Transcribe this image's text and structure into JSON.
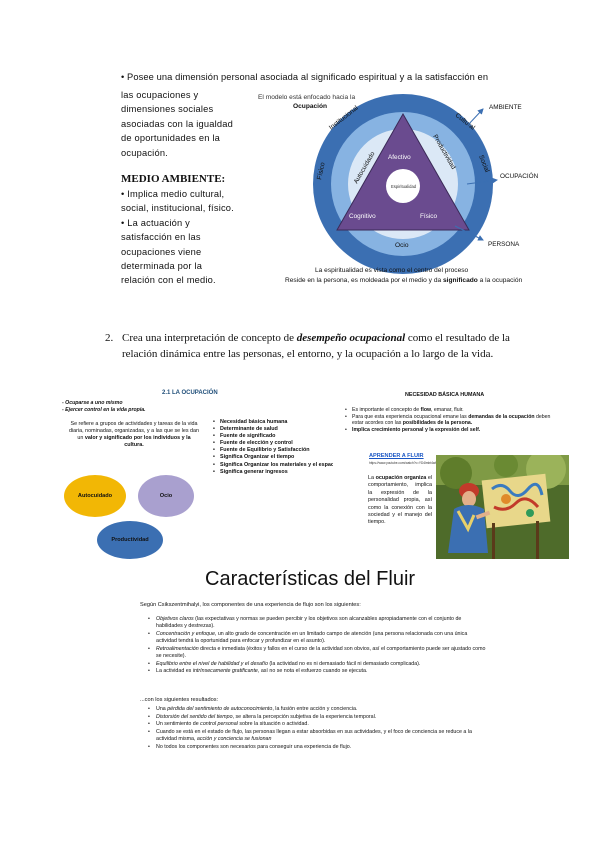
{
  "intro": {
    "line1": "• Posee una dimensión personal asociada al significado espiritual y a la satisfacción en",
    "lines": [
      "las ocupaciones y",
      "dimensiones sociales",
      "asociadas con la igualdad",
      "de oportunidades en la",
      "ocupación."
    ]
  },
  "medio": {
    "title": "MEDIO AMBIENTE:",
    "lines": [
      "• Implica medio cultural,",
      "social, institucional, físico.",
      "• La actuación y",
      "satisfacción en las",
      "ocupaciones viene",
      "determinada por la",
      "relación con el medio."
    ]
  },
  "diagram": {
    "header1": "El modelo está enfocado hacia la",
    "header2": "Ocupación",
    "ring_labels": [
      "Institucional",
      "Cultural",
      "Social",
      "Físico"
    ],
    "inner_labels": [
      "Autocuidado",
      "Productividad",
      "Ocio"
    ],
    "triangle_labels": [
      "Afectivo",
      "Espiritualidad",
      "Cognitivo",
      "Físico"
    ],
    "arrows": [
      "AMBIENTE",
      "OCUPACIÓN",
      "PERSONA"
    ],
    "caption1": "La espiritualidad es vista como el centro del proceso",
    "caption2_a": "Reside en la persona, es moldeada por el medio y da",
    "caption2_b": "significado",
    "caption2_c": "a la ocupación",
    "colors": {
      "outer": "#3b6fb2",
      "middle": "#87b3e2",
      "inner": "#dbe8f6",
      "triangle": "#6a4b8f"
    }
  },
  "question": {
    "number": "2.",
    "pre": "Crea una interpretación de concepto de",
    "em": "desempeño ocupacional",
    "post": "como el resultado de la relación dinámica entre las personas, el entorno, y la ocupación a lo largo de la vida."
  },
  "slide1": {
    "title": "2.1 LA OCUPACIÓN",
    "goals": [
      "- Ocuparse a uno mismo",
      "- Ejercer control en la vida propia."
    ],
    "desc_normal": "Se refiere a grupos de actividades y tareas de la vida diaria, nominadas, organizadas, y a las que se les dan un",
    "desc_bold": "valor y significado por los individuos y la cultura.",
    "circles": [
      "Autocuidado",
      "Ocio",
      "Productividad"
    ],
    "list": [
      "Necesidad básica humana",
      "Determinante de salud",
      "Fuente de significado",
      "Fuente de elección y control",
      "Fuente de Equilibrio y Satisfacción",
      "Significa Organizar el tiempo",
      "Significa Organizar los materiales y el espacio",
      "Significa generar ingresos"
    ],
    "circle_colors": {
      "autocuidado": "#f2b705",
      "ocio": "#a9a0cf",
      "productividad": "#3b6fb2"
    }
  },
  "slide2": {
    "title": "NECESIDAD BÁSICA HUMANA",
    "b1_a": "Es importante el concepto de",
    "b1_b": "flow",
    "b1_c": ", emanar, fluir.",
    "b2_a": "Para que esta experiencia ocupacional emane las",
    "b2_b": "demandas de la ocupación",
    "b2_c": "deben estar acordes con las",
    "b2_d": "posibilidades de la persona.",
    "b3": "Implica crecimiento personal y la expresión del self.",
    "link": "APRENDER A FLUIR",
    "url": "https://www.youtube.com/watch?v=YD4lmbt4wHM",
    "para_a": "La",
    "para_b": "ocupación organiza",
    "para_c": "el comportamiento, implica la expresión de la personalidad propia, así como la conexión con la sociedad y el manejo del tiempo."
  },
  "fluir": {
    "title": "Características del Fluir",
    "intro": "Según Csikszentmihalyi, los componentes de una experiencia de flujo son los siguientes:",
    "items": [
      [
        "Objetivos claros",
        " (las expectativas y normas se pueden percibir y los objetivos son alcanzables apropiadamente con el conjunto de habilidades y destrezas)."
      ],
      [
        "Concentración y enfoque",
        ", un alto grado de concentración en un limitado campo de atención (una persona relacionada con una única actividad tendrá la oportunidad para enfocar y profundizar en el asunto)."
      ],
      [
        "Retroalimentación",
        " directa e inmediata (éxitos y fallos en el curso de la actividad son obvios, así el comportamiento puede ser ajustado como se necesite)."
      ],
      [
        "Equilibrio entre el nivel de habilidad y el desafío",
        " (la actividad no es ni demasiado fácil ni demasiado complicada)."
      ],
      [
        "La actividad es ",
        "intrínsecamente gratificante",
        ", así no se nota el esfuerzo cuando se ejecuta."
      ]
    ],
    "sub": "...con los siguientes resultados:",
    "items2": [
      [
        "Una ",
        "pérdida del sentimiento de autoconocimiento",
        ", la fusión entre acción y conciencia."
      ],
      [
        "",
        "Distorsión del sentido del tiempo",
        ", se altera la percepción subjetiva de la experiencia temporal."
      ],
      [
        "Un sentimiento de ",
        "control personal",
        " sobre la situación o actividad."
      ],
      [
        "Cuando se está en el estado de flujo, las personas llegan a estar absorbidas en sus actividades, y el foco de conciencia se reduce a la actividad misma, ",
        "acción y conciencia se fusionan",
        ""
      ],
      [
        "No todos los componentes son necesarios para conseguir una experiencia de flujo.",
        "",
        ""
      ]
    ]
  }
}
